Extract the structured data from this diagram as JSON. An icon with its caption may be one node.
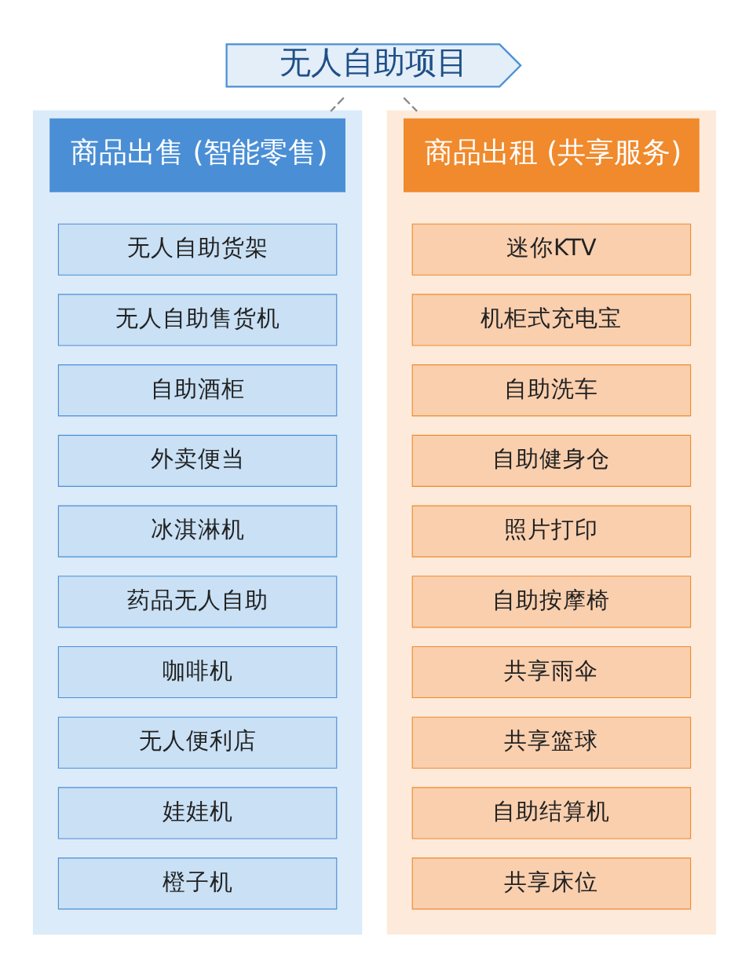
{
  "diagram": {
    "nodes": [
      {
        "text": [
          "无人自助项目"
        ]
      },
      {
        "text": [
          "商品出售 (智能零售)"
        ]
      },
      {
        "text": [
          "无人自助货架"
        ],
        "in": 1
      },
      {
        "text": [
          "无人自助售货机"
        ],
        "in": 1
      },
      {
        "text": [
          "自助酒柜"
        ],
        "in": 1
      },
      {
        "text": [
          "外卖便当"
        ],
        "in": 1
      },
      {
        "text": [
          "冰淇淋机"
        ],
        "in": 1
      },
      {
        "text": [
          "药品无人自助"
        ],
        "in": 1
      },
      {
        "text": [
          "咖啡机"
        ],
        "in": 1
      },
      {
        "text": [
          "无人便利店"
        ],
        "in": 1
      },
      {
        "text": [
          "娃娃机"
        ],
        "in": 1
      },
      {
        "text": [
          "橙子机"
        ],
        "in": 1
      },
      {
        "text": [
          "商品出租 (共享服务)"
        ]
      },
      {
        "text": [
          "迷你KTV"
        ],
        "in": 12
      },
      {
        "text": [
          "机柜式充电宝"
        ],
        "in": 12
      },
      {
        "text": [
          "自助洗车"
        ],
        "in": 12
      },
      {
        "text": [
          "自助健身仓"
        ],
        "in": 12
      },
      {
        "text": [
          "照片打印"
        ],
        "in": 12
      },
      {
        "text": [
          "自助按摩椅"
        ],
        "in": 12
      },
      {
        "text": [
          "共享雨伞"
        ],
        "in": 12
      },
      {
        "text": [
          "共享篮球"
        ],
        "in": 12
      },
      {
        "text": [
          "自助结算机"
        ],
        "in": 12
      },
      {
        "text": [
          "共享床位"
        ],
        "in": 12
      }
    ],
    "edges": [
      {
        "from": 0,
        "to": 1,
        "arrow": "none",
        "style": "dashed"
      },
      {
        "from": 0,
        "to": 12,
        "arrow": "none",
        "style": "dashed"
      }
    ]
  }
}
